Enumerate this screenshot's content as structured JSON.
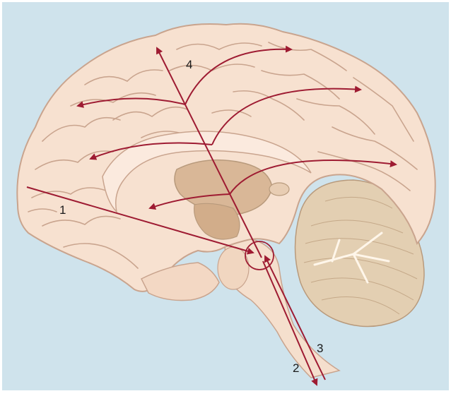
{
  "labels": {
    "one": "1",
    "two": "2",
    "three": "3",
    "four": "4"
  },
  "colors": {
    "background": "#cfe3ec",
    "brain": "#f7e1d0",
    "gyrus_line": "#c9a48e",
    "deep_structure": "#d9b797",
    "cerebellum": "#e3cfb2",
    "arrow": "#9e1b32"
  }
}
